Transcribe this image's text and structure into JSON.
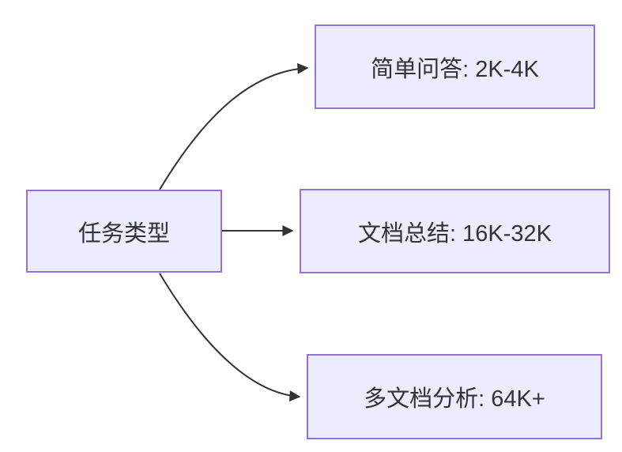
{
  "diagram": {
    "type": "flowchart",
    "direction": "left-to-right",
    "source_node": {
      "label": "任务类型"
    },
    "target_nodes": [
      {
        "label": "简单问答: 2K-4K"
      },
      {
        "label": "文档总结: 16K-32K"
      },
      {
        "label": "多文档分析: 64K+"
      }
    ],
    "edges": [
      {
        "from": "任务类型",
        "to": "简单问答: 2K-4K"
      },
      {
        "from": "任务类型",
        "to": "文档总结: 16K-32K"
      },
      {
        "from": "任务类型",
        "to": "多文档分析: 64K+"
      }
    ],
    "colors": {
      "node_fill": "#ECECFF",
      "node_border": "#9370DB",
      "arrow": "#333333",
      "text": "#333333",
      "background": "#FFFFFF"
    }
  }
}
